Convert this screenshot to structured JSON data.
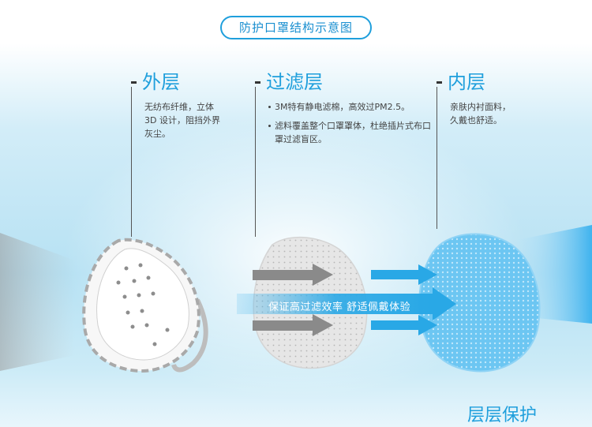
{
  "title": "防护口罩结构示意图",
  "layers": [
    {
      "name": "外层",
      "lines": [
        "无纺布纤维，立体",
        "3D 设计，阻挡外界",
        "灰尘。"
      ]
    },
    {
      "name": "过滤层",
      "bullets": [
        "3M特有静电滤棉，高效过PM2.5。",
        "滤料覆盖整个口罩罩体，杜绝插片式布口罩过滤盲区。"
      ]
    },
    {
      "name": "内层",
      "lines": [
        "亲肤内衬面料，",
        "久戴也舒适。"
      ]
    }
  ],
  "flow_text": "保证高过滤效率 舒适佩戴体验",
  "footer_title": "层层保护",
  "colors": {
    "accent": "#1f9fdc",
    "text": "#444444",
    "arrow_gray": "#8a8a8a",
    "arrow_blue": "#29a8e6"
  }
}
